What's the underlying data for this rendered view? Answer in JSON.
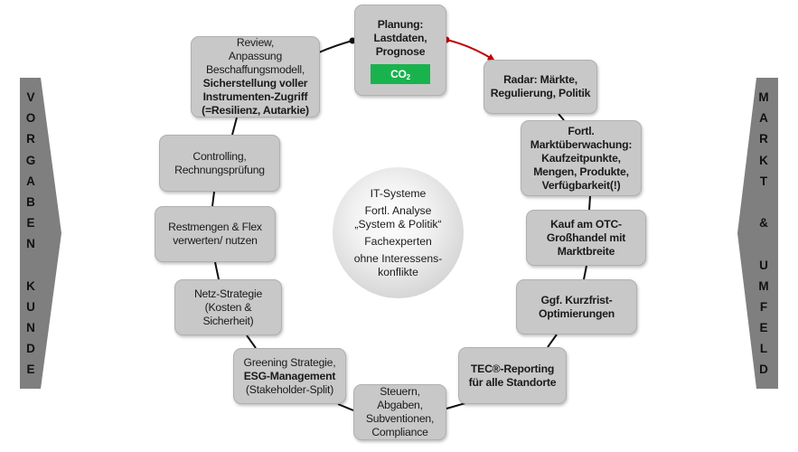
{
  "diagram": {
    "type": "cycle",
    "center": {
      "items": [
        "IT-Systeme",
        "Fortl. Analyse\n„System & Politik“",
        "Fachexperten",
        "ohne Interessens-\nkonflikte"
      ],
      "lines": [
        "IT-Systeme",
        "Fortl. Analyse",
        "„System & Politik“",
        "Fachexperten",
        "ohne Interessens-",
        "konflikte"
      ]
    },
    "nodes": [
      {
        "id": "planung",
        "lines": [
          "Planung:",
          "Lastdaten,",
          "Prognose"
        ],
        "bold": [
          true,
          true,
          true
        ],
        "badge": {
          "text": "CO",
          "sub": "2",
          "color": "#19b34e"
        }
      },
      {
        "id": "radar",
        "lines": [
          "Radar: Märkte,",
          "Regulierung, Politik"
        ],
        "bold": [
          true,
          true
        ]
      },
      {
        "id": "marktueberwachung",
        "lines": [
          "Fortl.",
          "Marktüberwachung:",
          "Kaufzeitpunkte,",
          "Mengen, Produkte,",
          "Verfügbarkeit(!)"
        ],
        "bold": [
          true,
          true,
          true,
          true,
          true
        ]
      },
      {
        "id": "otc-kauf",
        "lines": [
          "Kauf am OTC-",
          "Großhandel mit",
          "Marktbreite"
        ],
        "bold": [
          true,
          true,
          true
        ]
      },
      {
        "id": "kurzfrist",
        "lines": [
          "Ggf. Kurzfrist-",
          "Optimierungen"
        ],
        "bold": [
          true,
          true
        ]
      },
      {
        "id": "tec-reporting",
        "lines": [
          "TEC®-Reporting",
          "für alle Standorte"
        ],
        "bold": [
          true,
          true
        ]
      },
      {
        "id": "steuern",
        "lines": [
          "Steuern,",
          "Abgaben,",
          "Subventionen,",
          "Compliance"
        ],
        "bold": [
          false,
          false,
          false,
          false
        ]
      },
      {
        "id": "greening",
        "lines": [
          "Greening Strategie,",
          "ESG-Management",
          "(Stakeholder-Split)"
        ],
        "bold": [
          false,
          true,
          false
        ]
      },
      {
        "id": "netz",
        "lines": [
          "Netz-Strategie",
          "(Kosten &",
          "Sicherheit)"
        ],
        "bold": [
          false,
          false,
          false
        ]
      },
      {
        "id": "restmengen",
        "lines": [
          "Restmengen & Flex",
          "verwerten/ nutzen"
        ],
        "bold": [
          false,
          false
        ]
      },
      {
        "id": "controlling",
        "lines": [
          "Controlling,",
          "Rechnungsprüfung"
        ],
        "bold": [
          false,
          false
        ]
      },
      {
        "id": "review",
        "lines": [
          "Review,",
          "Anpassung",
          "Beschaffungsmodell,",
          "Sicherstellung voller",
          "Instrumenten-Zugriff",
          "(=Resilienz, Autarkie)"
        ],
        "bold": [
          false,
          false,
          false,
          true,
          true,
          true
        ]
      }
    ],
    "left_arrow": {
      "label": "VORGABEN KUNDE",
      "letters": [
        "V",
        "O",
        "R",
        "G",
        "A",
        "B",
        "E",
        "N",
        "",
        "K",
        "U",
        "N",
        "D",
        "E"
      ]
    },
    "right_arrow": {
      "label": "MARKT & UMFELD",
      "letters": [
        "M",
        "A",
        "R",
        "K",
        "T",
        "",
        "&",
        "",
        "U",
        "M",
        "F",
        "E",
        "L",
        "D"
      ]
    },
    "colors": {
      "box_fill": "#c8c8c8",
      "arrow_fill": "#7f7f7f",
      "highlight_connector": "#c00000",
      "co2_badge": "#19b34e"
    }
  }
}
